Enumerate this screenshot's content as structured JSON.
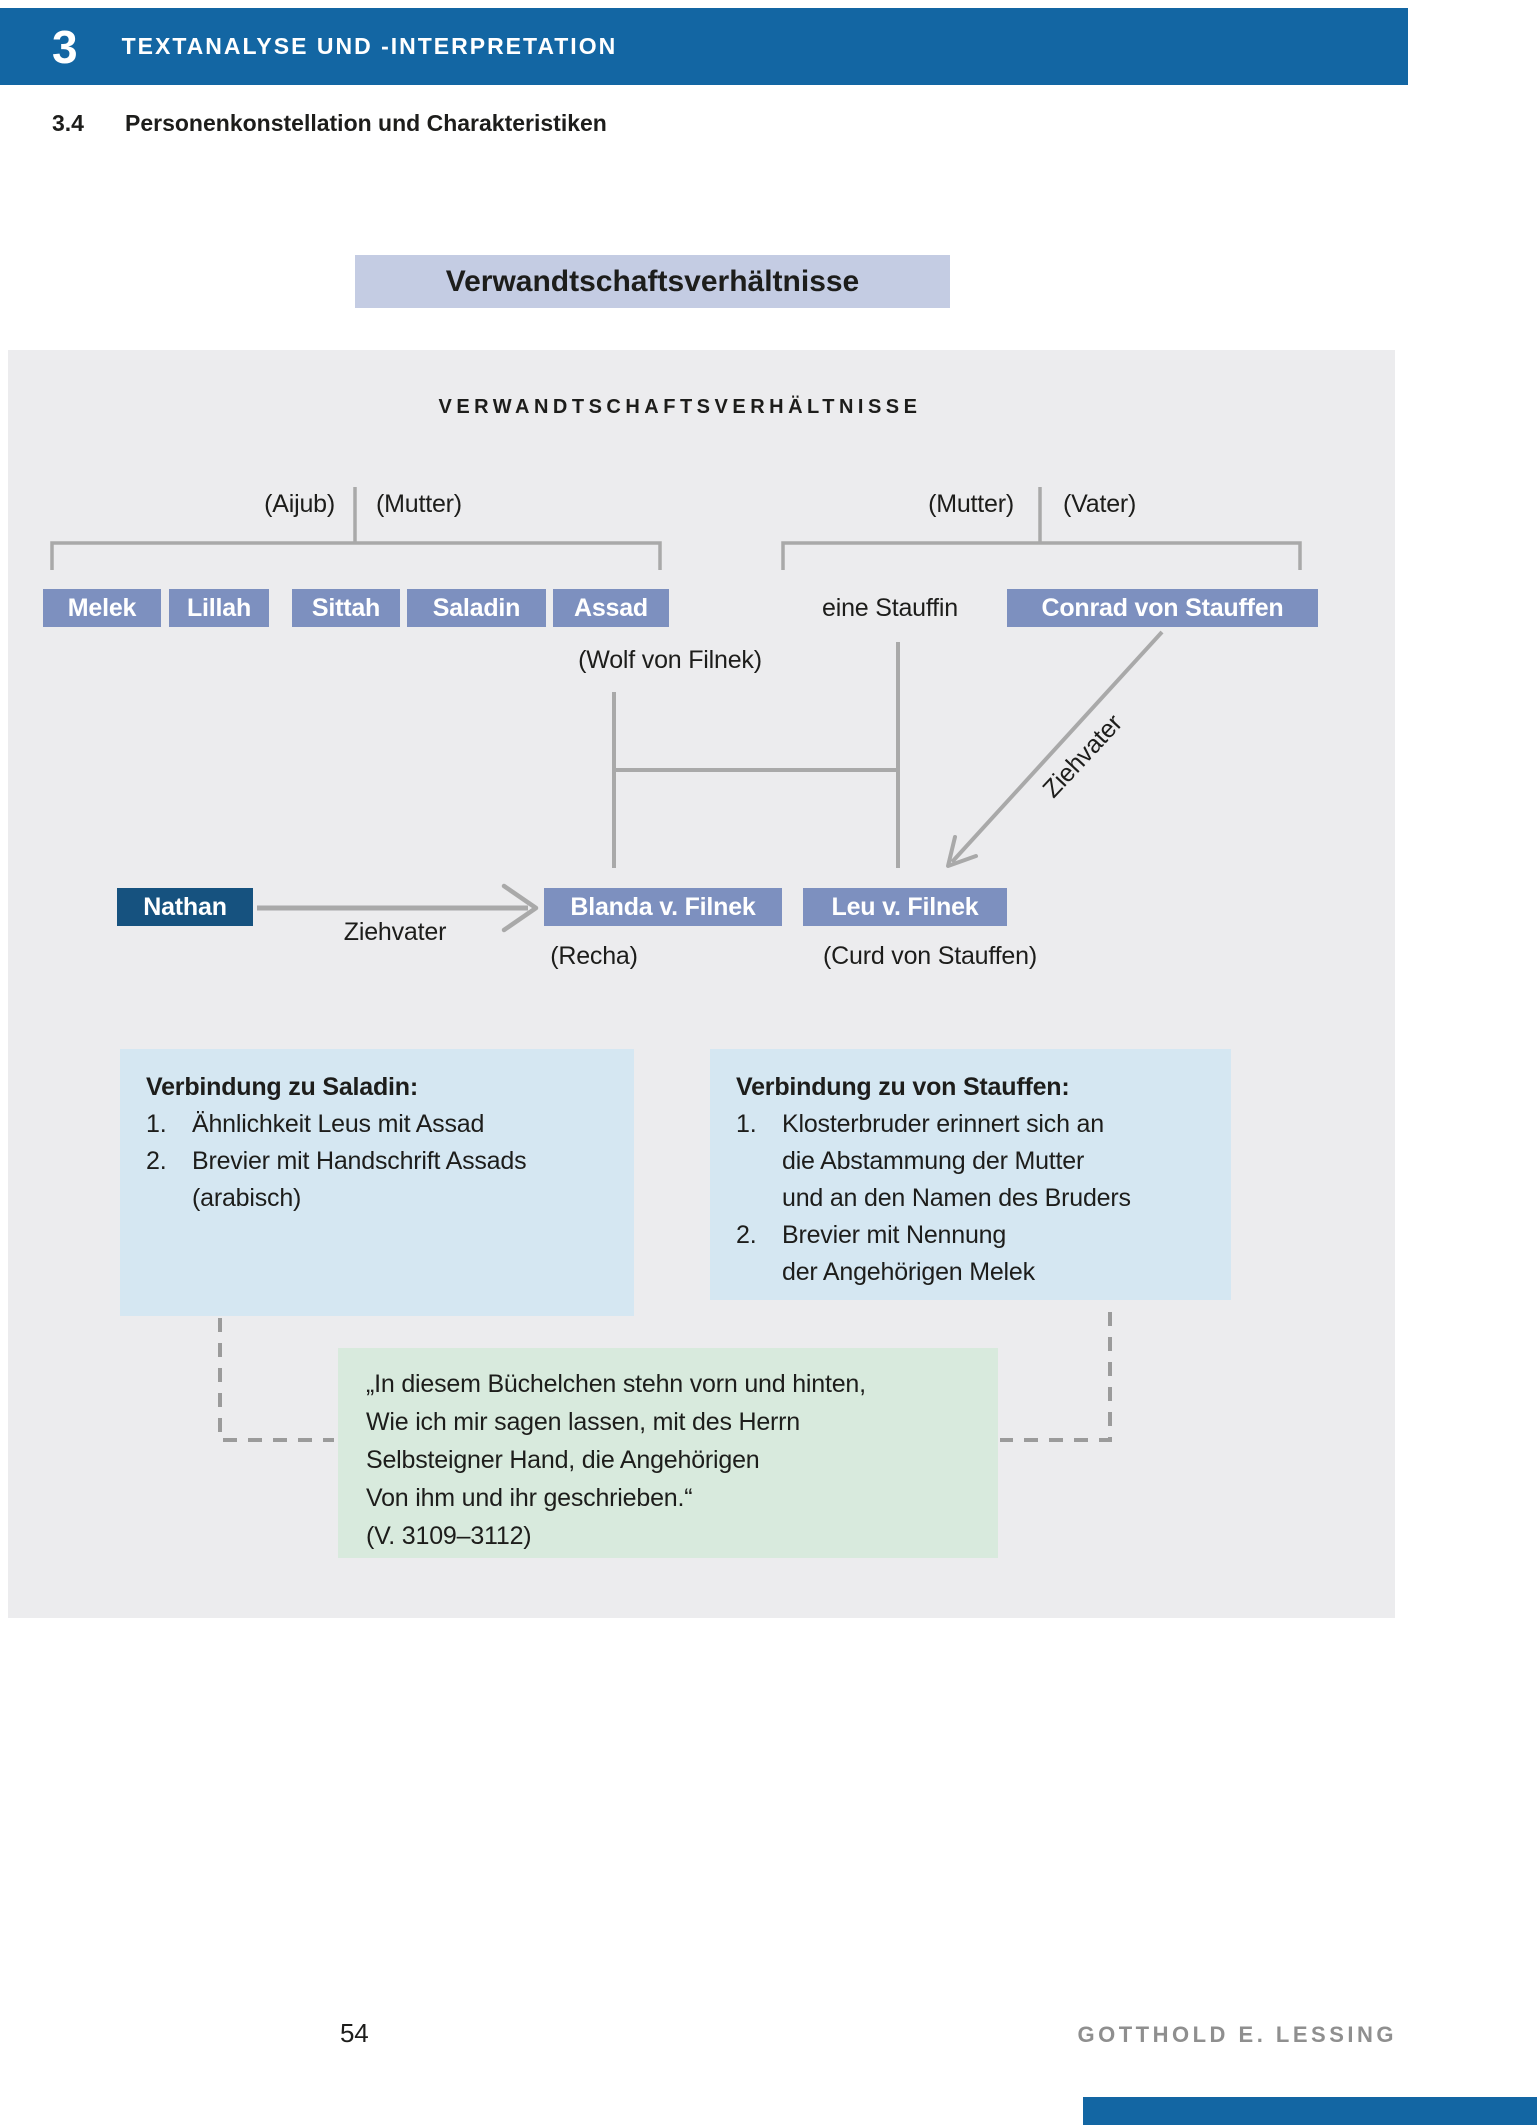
{
  "page": {
    "chapter_number": "3",
    "chapter_title": "TEXTANALYSE UND -INTERPRETATION",
    "section_number": "3.4",
    "section_title": "Personenkonstellation und Charakteristiken",
    "heading_box_label": "Verwandtschaftsverhältnisse",
    "footer_page_number": "54",
    "footer_author": "GOTTHOLD E. LESSING"
  },
  "diagram": {
    "title": "VERWANDTSCHAFTSVERHÄLTNISSE",
    "left_parent_labels": {
      "first": "(Aijub)",
      "second": "(Mutter)"
    },
    "right_parent_labels": {
      "first": "(Mutter)",
      "second": "(Vater)"
    },
    "siblings": [
      "Melek",
      "Lillah",
      "Sittah",
      "Saladin",
      "Assad"
    ],
    "assad_alias": "(Wolf von Filnek)",
    "mother_label": "eine Stauffin",
    "conrad_label": "Conrad von Stauffen",
    "diagonal_relation_label": "Ziehvater",
    "nathan_label": "Nathan",
    "nathan_relation_label": "Ziehvater",
    "blanda_label": "Blanda v. Filnek",
    "blanda_alias": "(Recha)",
    "leu_label": "Leu v. Filnek",
    "leu_alias": "(Curd von Stauffen)",
    "saladin_connection": {
      "heading": "Verbindung zu Saladin:",
      "items": [
        {
          "num": "1.",
          "lines": [
            "Ähnlichkeit Leus mit Assad"
          ]
        },
        {
          "num": "2.",
          "lines": [
            "Brevier mit Handschrift Assads",
            "(arabisch)"
          ]
        }
      ]
    },
    "stauffen_connection": {
      "heading": "Verbindung zu von Stauffen:",
      "items": [
        {
          "num": "1.",
          "lines": [
            "Klosterbruder erinnert sich an",
            "die Abstammung der Mutter",
            "und an den Namen des Bruders"
          ]
        },
        {
          "num": "2.",
          "lines": [
            "Brevier mit Nennung",
            "der Angehörigen Melek"
          ]
        }
      ]
    },
    "quote_lines": [
      "„In diesem Büchelchen stehn vorn und hinten,",
      "Wie ich mir sagen lassen, mit des Herrn",
      "Selbsteigner Hand, die Angehörigen",
      "Von ihm und ihr geschrieben.“",
      "(V. 3109–3112)"
    ]
  },
  "colors": {
    "header_blue": "#1366a3",
    "name_box_blue": "#7d90bf",
    "nathan_blue": "#16527f",
    "heading_box_lavender": "#c4cce3",
    "panel_gray": "#ececee",
    "info_box_blue": "#d5e7f2",
    "quote_box_green": "#d8eadd",
    "line_gray": "#a9a9a9"
  }
}
